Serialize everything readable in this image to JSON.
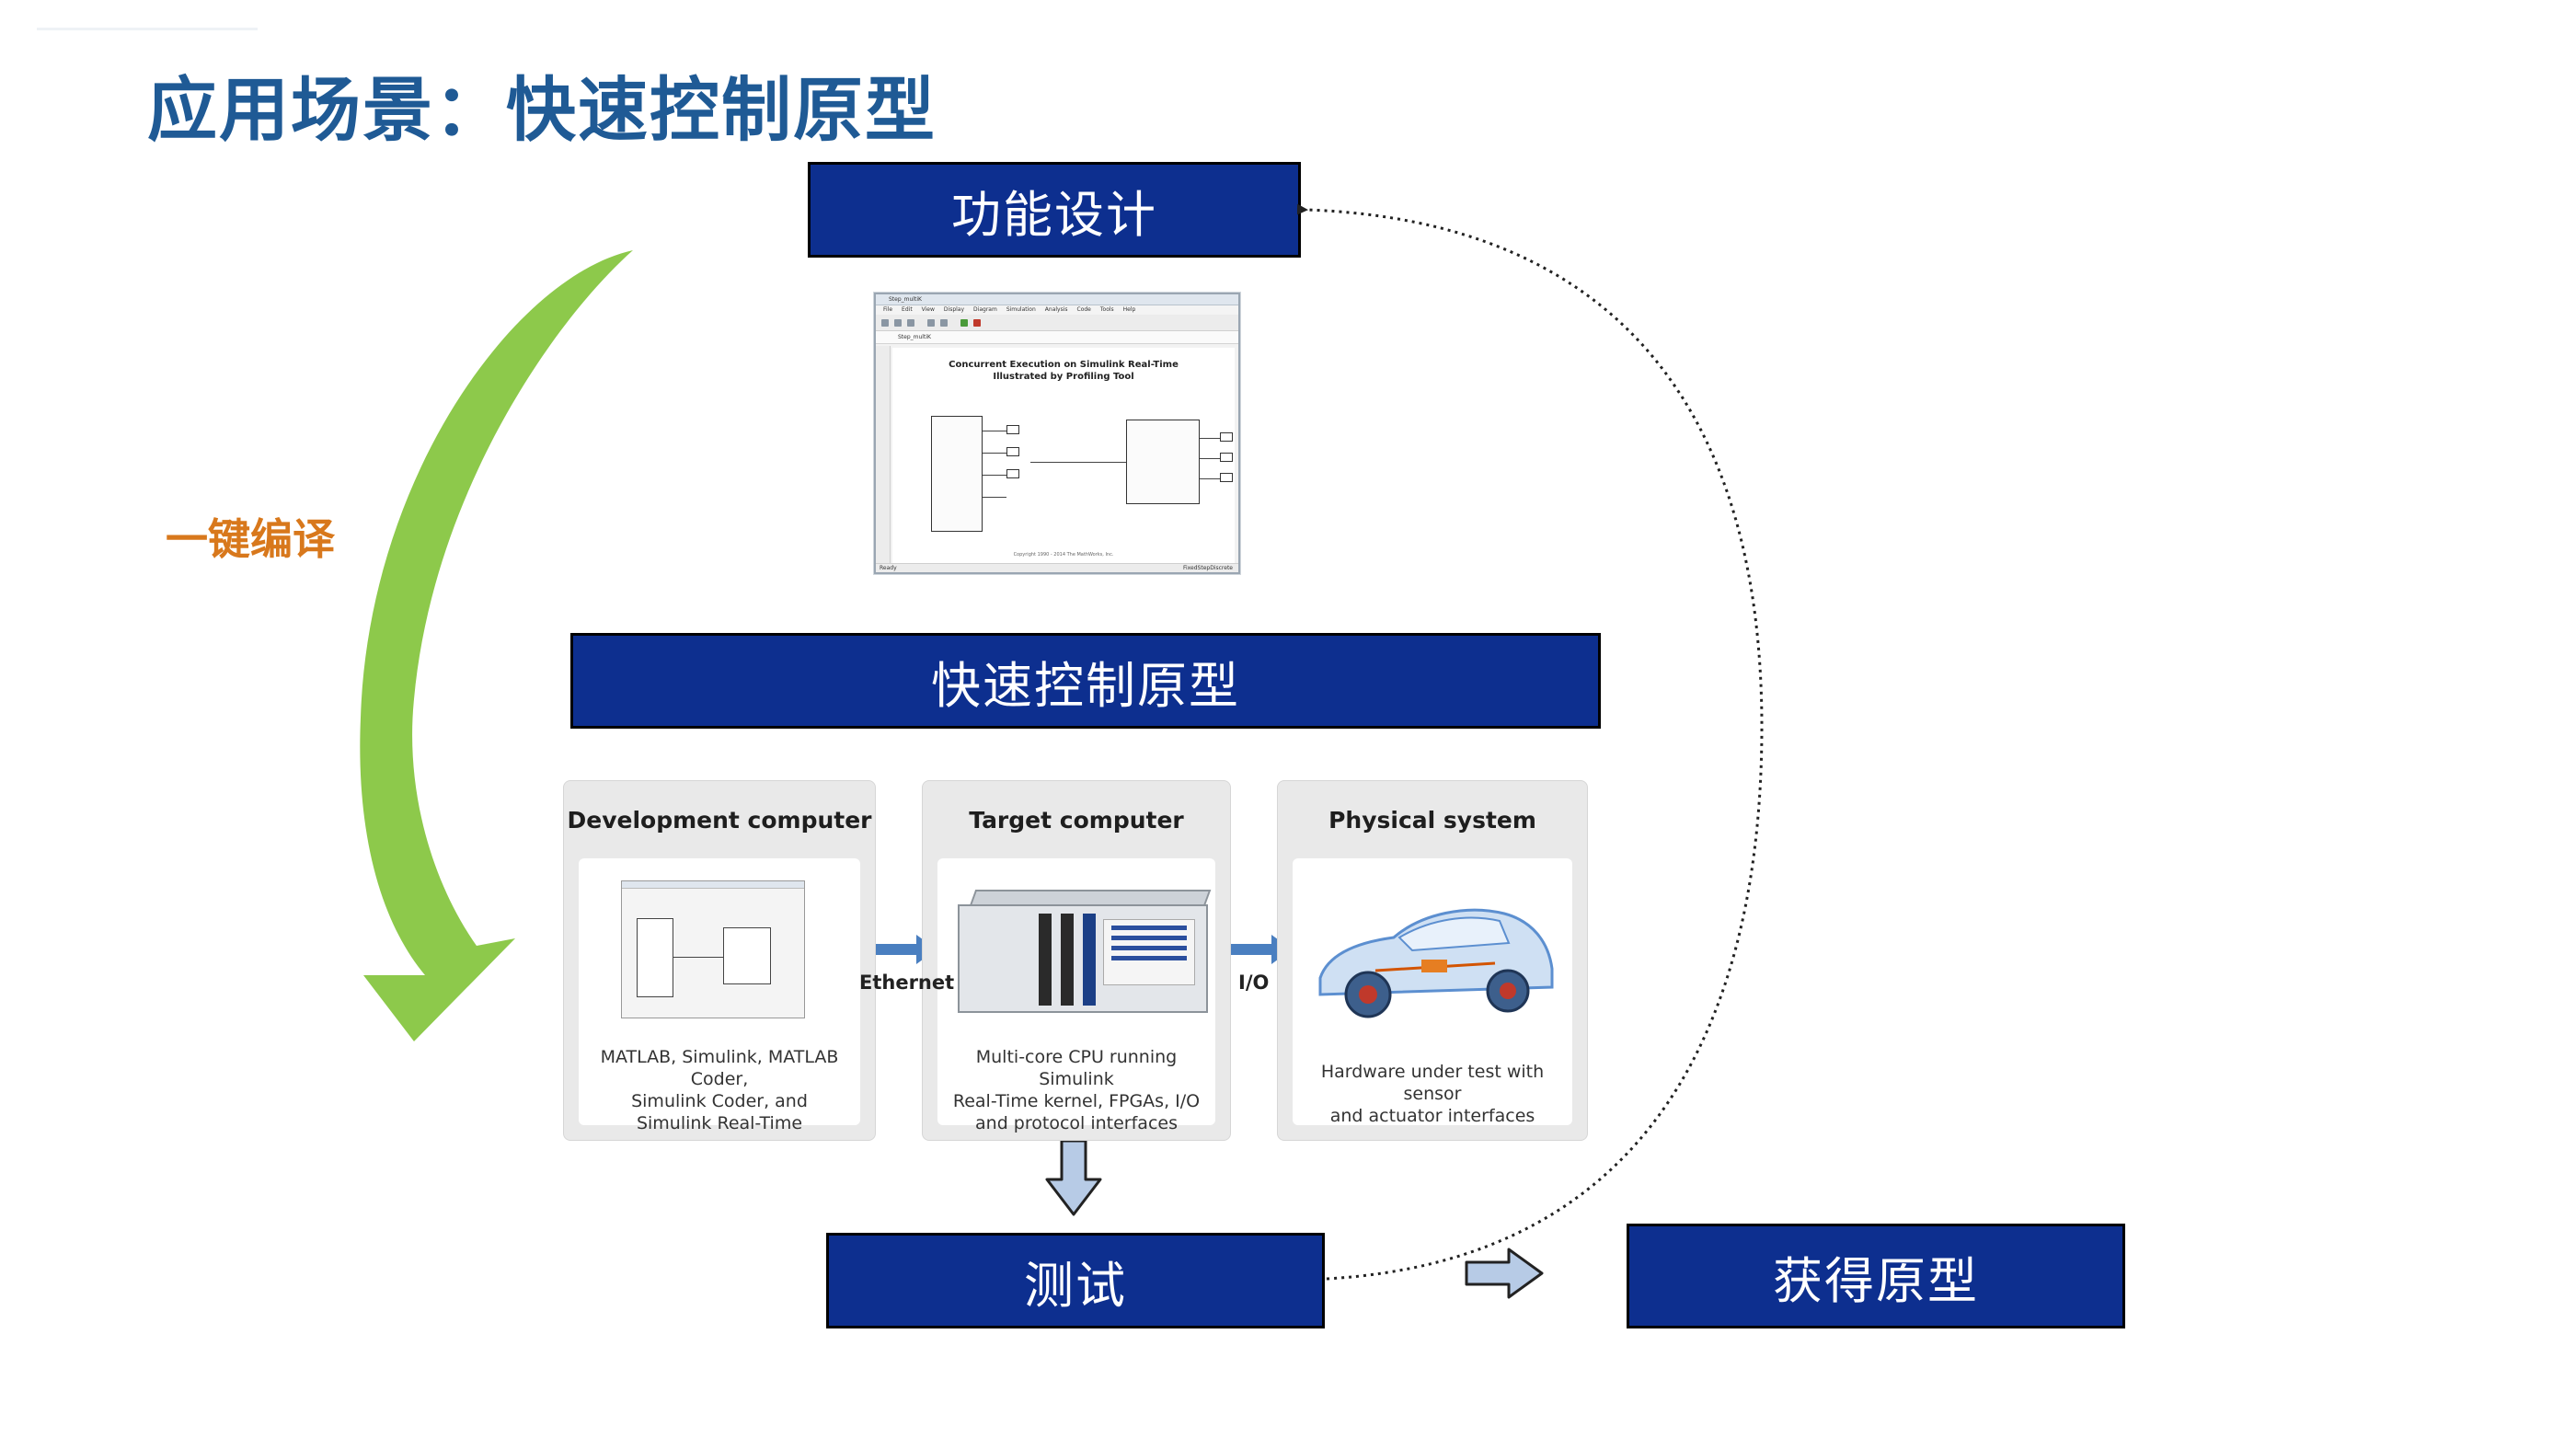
{
  "slide": {
    "title": "应用场景：快速控制原型"
  },
  "stages": {
    "functional_design": "功能设计",
    "rapid_prototype": "快速控制原型",
    "test": "测试",
    "obtain_prototype": "获得原型"
  },
  "side_label": "一键编译",
  "simulink_window": {
    "title": "Step_multiK",
    "menu": [
      "File",
      "Edit",
      "View",
      "Display",
      "Diagram",
      "Simulation",
      "Analysis",
      "Code",
      "Tools",
      "Help"
    ],
    "address": "Step_multiK",
    "heading_line1": "Concurrent Execution on Simulink Real-Time",
    "heading_line2": "Illustrated by Profiling Tool",
    "status_left": "Ready",
    "status_right": "FixedStepDiscrete",
    "copyright": "Copyright 1990 - 2014 The MathWorks, Inc."
  },
  "cards": [
    {
      "title": "Development computer",
      "caption": [
        "MATLAB, Simulink, MATLAB Coder,",
        "Simulink Coder, and",
        "Simulink Real-Time"
      ]
    },
    {
      "title": "Target computer",
      "caption": [
        "Multi-core CPU running Simulink",
        "Real-Time kernel, FPGAs, I/O",
        "and protocol interfaces"
      ]
    },
    {
      "title": "Physical system",
      "caption": [
        "Hardware under test with sensor",
        "and actuator interfaces"
      ]
    }
  ],
  "connections": {
    "ethernet": "Ethernet",
    "io": "I/O"
  },
  "colors": {
    "title_blue": "#1f5a95",
    "stage_blue": "#0d2f8f",
    "green_arrow": "#8dc94b",
    "orange_label": "#d8781c",
    "link_blue": "#4a7fc0"
  }
}
